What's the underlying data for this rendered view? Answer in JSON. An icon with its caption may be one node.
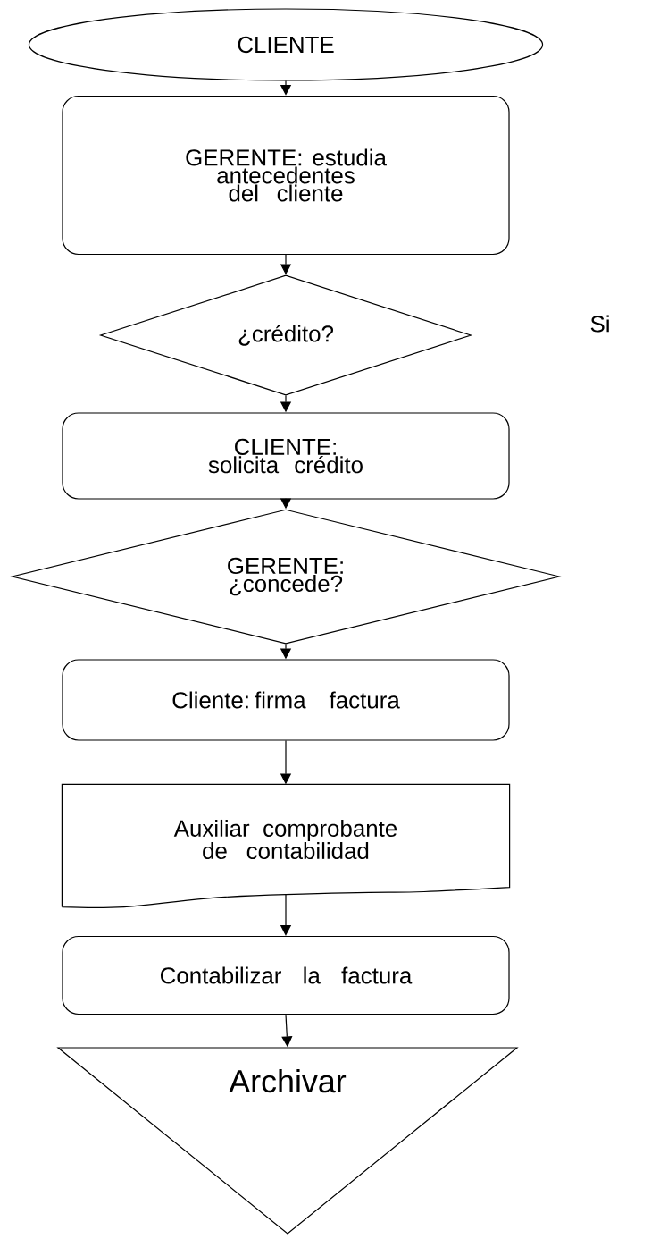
{
  "diagram": {
    "nodes": [
      {
        "text": [
          "CLIENTE"
        ]
      },
      {
        "text": [
          "GERENTE: estudia antecedentes del cliente"
        ]
      },
      {
        "text": [
          "¿crédito?"
        ]
      },
      {
        "text": [
          "CLIENTE: solicita crédito"
        ]
      },
      {
        "text": [
          "GERENTE: ¿concede?"
        ]
      },
      {
        "text": [
          "Cliente: firma factura"
        ]
      },
      {
        "text": [
          "Auxiliar comprobante de contabilidad"
        ]
      },
      {
        "text": [
          "Contabilizar la factura"
        ]
      },
      {
        "text": [
          "Archivar"
        ]
      }
    ],
    "edges": [
      {
        "from": 0,
        "to": 1,
        "arrow": "to"
      },
      {
        "from": 1,
        "to": 2,
        "arrow": "to"
      },
      {
        "from": 2,
        "to": 3,
        "arrow": "to"
      },
      {
        "from": 3,
        "to": 4,
        "arrow": "to"
      },
      {
        "from": 4,
        "to": 5,
        "arrow": "to"
      },
      {
        "from": 5,
        "to": 6,
        "arrow": "to"
      },
      {
        "from": 6,
        "to": 7,
        "arrow": "to"
      },
      {
        "from": 7,
        "to": 8,
        "arrow": "to"
      }
    ],
    "labels": [
      "Si"
    ]
  }
}
